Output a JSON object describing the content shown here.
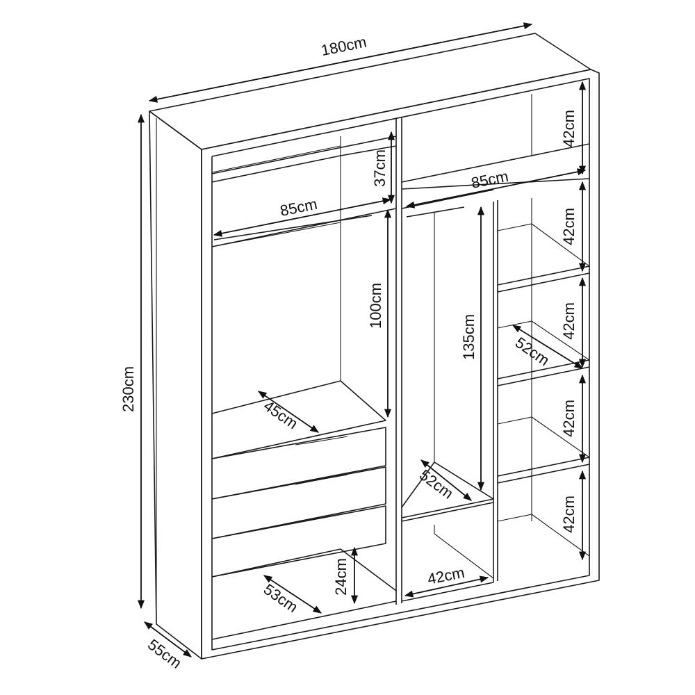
{
  "diagram": {
    "subject": "wardrobe",
    "line_color": "#1a1a1a",
    "dimensions": {
      "total_width": "180cm",
      "total_height": "230cm",
      "total_depth": "55cm",
      "right_shelf_1": "42cm",
      "right_shelf_2": "42cm",
      "right_shelf_3": "42cm",
      "right_shelf_4": "42cm",
      "right_shelf_5": "42cm",
      "left_top_height": "37cm",
      "right_top_width": "85cm",
      "left_top_width": "85cm",
      "left_hanging_height": "100cm",
      "middle_hanging_height": "135cm",
      "left_shelf_depth": "45cm",
      "right_shelf_depth": "52cm",
      "middle_shelf_depth": "52cm",
      "bottom_left_depth": "53cm",
      "bottom_left_height": "24cm",
      "bottom_middle_width": "42cm"
    }
  }
}
